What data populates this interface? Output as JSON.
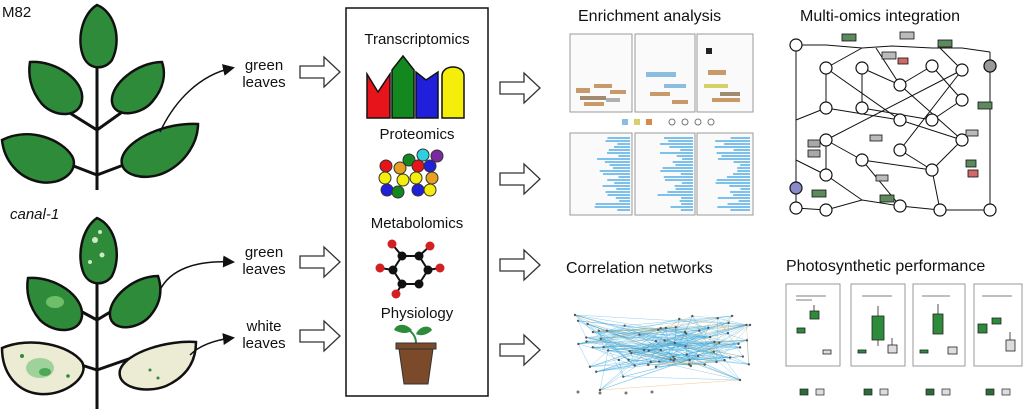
{
  "samples": {
    "wt_label": "M82",
    "mutant_label": "canal-1"
  },
  "leaf_types": {
    "wt_green": [
      "green",
      "leaves"
    ],
    "mut_green": [
      "green",
      "leaves"
    ],
    "mut_white": [
      "white",
      "leaves"
    ]
  },
  "omics": {
    "transcriptomics": "Transcriptomics",
    "proteomics": "Proteomics",
    "metabolomics": "Metabolomics",
    "physiology": "Physiology"
  },
  "analyses": {
    "enrichment": "Enrichment analysis",
    "multiomics": "Multi-omics integration",
    "correlation": "Correlation networks",
    "photosynthesis": "Photosynthetic performance"
  },
  "colors": {
    "leaf_green": "#2e8b3a",
    "leaf_green_light": "#3fa34d",
    "white_leaf": "#ecebd3",
    "red": "#e8141b",
    "green": "#12881f",
    "blue": "#1f1fdc",
    "yellow": "#f4ee0a",
    "network_blue": "#3aa6d8",
    "network_orange": "#e0a030",
    "pot_brown": "#7a4a2a"
  }
}
